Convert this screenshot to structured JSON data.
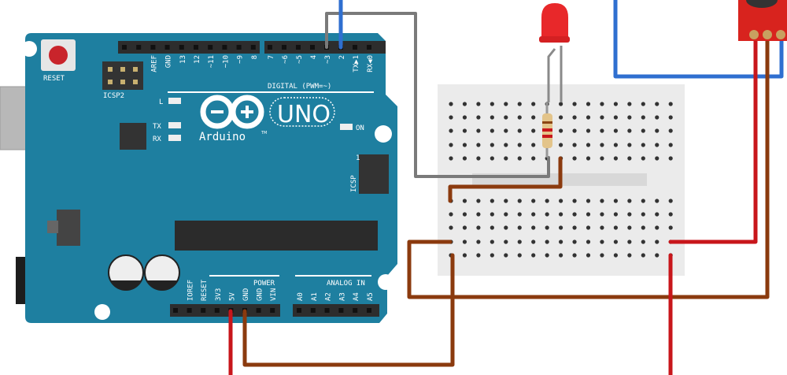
{
  "colors": {
    "board": "#1e7fa0",
    "breadboard": "#ebebeb",
    "wire_red": "#c8161b",
    "wire_brown": "#8b3a0e",
    "wire_blue": "#2f6fd0",
    "wire_gray": "#8a8a8a",
    "led": "#e8282a",
    "sensor": "#d8231e"
  },
  "board": {
    "reset_label": "RESET",
    "icsp2_label": "ICSP2",
    "icsp_label": "ICSP",
    "icsp_pin1": "1",
    "digital_label": "DIGITAL (PWM=~)",
    "led_l": "L",
    "led_tx": "TX",
    "led_rx": "RX",
    "led_on": "ON",
    "logo_uno": "UNO",
    "logo_arduino": "Arduino",
    "logo_tm": "TM",
    "power_label": "POWER",
    "analog_label": "ANALOG IN",
    "top_left_pins": [
      "",
      "",
      "AREF",
      "GND",
      "13",
      "12",
      "~11",
      "~10",
      "~9",
      "8"
    ],
    "top_right_pins": [
      "7",
      "~6",
      "~5",
      "4",
      "~3",
      "2",
      "TX▶1",
      "RX◀0"
    ],
    "power_pins": [
      "",
      "IOREF",
      "RESET",
      "3V3",
      "5V",
      "GND",
      "GND",
      "VIN"
    ],
    "analog_pins": [
      "A0",
      "A1",
      "A2",
      "A3",
      "A4",
      "A5"
    ]
  }
}
